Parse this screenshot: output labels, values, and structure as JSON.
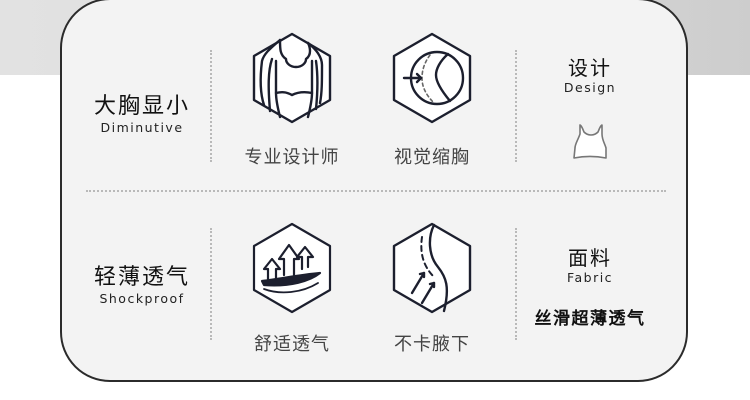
{
  "rows": [
    {
      "left": {
        "title": "大胸显小",
        "subtitle": "Diminutive"
      },
      "icons": [
        {
          "icon": "bra-silhouette-icon",
          "caption": "专业设计师"
        },
        {
          "icon": "visual-shrink-icon",
          "caption": "视觉缩胸"
        }
      ],
      "right": {
        "title": "设计",
        "subtitle": "Design",
        "icon": "tank-top-icon"
      }
    },
    {
      "left": {
        "title": "轻薄透气",
        "subtitle": "Shockproof"
      },
      "icons": [
        {
          "icon": "breathable-arrows-icon",
          "caption": "舒适透气"
        },
        {
          "icon": "underarm-fit-icon",
          "caption": "不卡腋下"
        }
      ],
      "right": {
        "title": "面料",
        "subtitle": "Fabric",
        "description": "丝滑超薄透气"
      }
    }
  ],
  "colors": {
    "card_bg": "#f3f3f3",
    "card_border": "#2b2b2b",
    "divider": "#b9b9b9",
    "icon_stroke": "#1c1f2e",
    "top_band": "#dcdcdc"
  }
}
